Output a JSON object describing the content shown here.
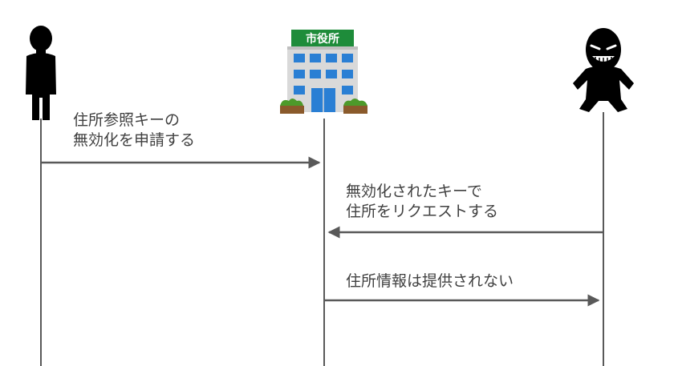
{
  "diagram": {
    "actors": [
      {
        "id": "user",
        "icon": "person-silhouette-icon"
      },
      {
        "id": "city-hall",
        "icon": "city-hall-building-icon",
        "sign_text": "市役所"
      },
      {
        "id": "attacker",
        "icon": "grinning-villain-icon"
      }
    ],
    "messages": [
      {
        "from": "user",
        "to": "city-hall",
        "lines": [
          "住所参照キーの",
          "無効化を申請する"
        ]
      },
      {
        "from": "attacker",
        "to": "city-hall",
        "lines": [
          "無効化されたキーで",
          "住所をリクエストする"
        ]
      },
      {
        "from": "city-hall",
        "to": "attacker",
        "lines": [
          "住所情報は提供されない"
        ]
      }
    ],
    "colors": {
      "lifeline": "#595959",
      "arrow": "#595959",
      "text": "#404040",
      "silhouette": "#000000",
      "building_sign": "#1e8c3a",
      "building_wall": "#d9d9d9",
      "building_window": "#2a7fd4",
      "shrub": "#4d9a2a"
    }
  }
}
